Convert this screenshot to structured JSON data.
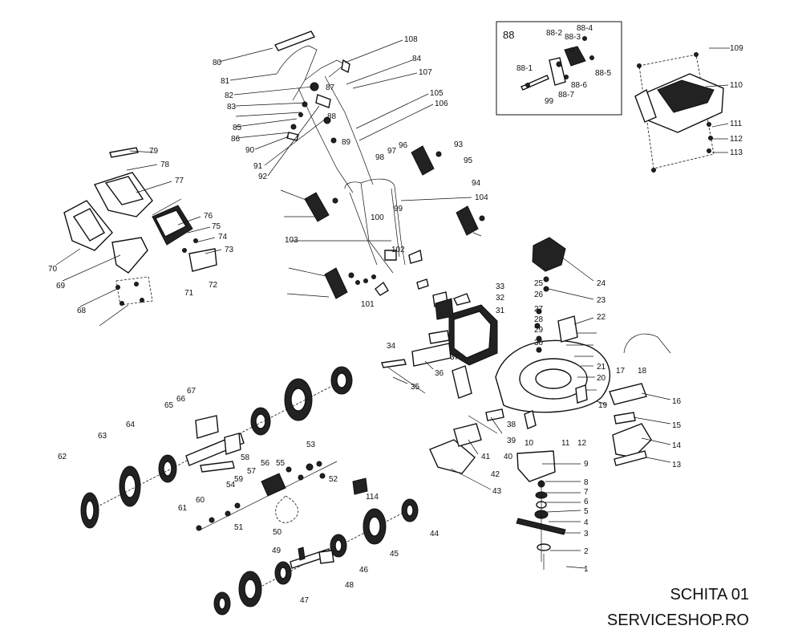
{
  "footer": {
    "sheet": "SCHITA 01",
    "shop": "SERVICESHOP.RO"
  },
  "inset": {
    "title": "88",
    "labels": [
      "88-1",
      "88-2",
      "88-3",
      "88-4",
      "88-5",
      "88-6",
      "88-7",
      "99"
    ]
  },
  "parts": [
    "1",
    "2",
    "3",
    "4",
    "5",
    "6",
    "7",
    "8",
    "9",
    "10",
    "11",
    "12",
    "13",
    "14",
    "15",
    "16",
    "17",
    "18",
    "19",
    "20",
    "21",
    "22",
    "23",
    "24",
    "25",
    "26",
    "27",
    "28",
    "29",
    "30",
    "31",
    "32",
    "33",
    "34",
    "35",
    "36",
    "37",
    "38",
    "39",
    "40",
    "41",
    "42",
    "43",
    "44",
    "45",
    "46",
    "47",
    "48",
    "49",
    "50",
    "51",
    "52",
    "53",
    "54",
    "55",
    "56",
    "57",
    "58",
    "59",
    "60",
    "61",
    "62",
    "63",
    "64",
    "65",
    "66",
    "67",
    "68",
    "69",
    "70",
    "71",
    "72",
    "73",
    "74",
    "75",
    "76",
    "77",
    "78",
    "79",
    "80",
    "81",
    "82",
    "83",
    "84",
    "85",
    "86",
    "87",
    "88",
    "89",
    "90",
    "91",
    "92",
    "93",
    "94",
    "95",
    "96",
    "97",
    "98",
    "99",
    "100",
    "101",
    "102",
    "103",
    "104",
    "105",
    "106",
    "107",
    "108",
    "109",
    "110",
    "111",
    "112",
    "113",
    "114"
  ]
}
